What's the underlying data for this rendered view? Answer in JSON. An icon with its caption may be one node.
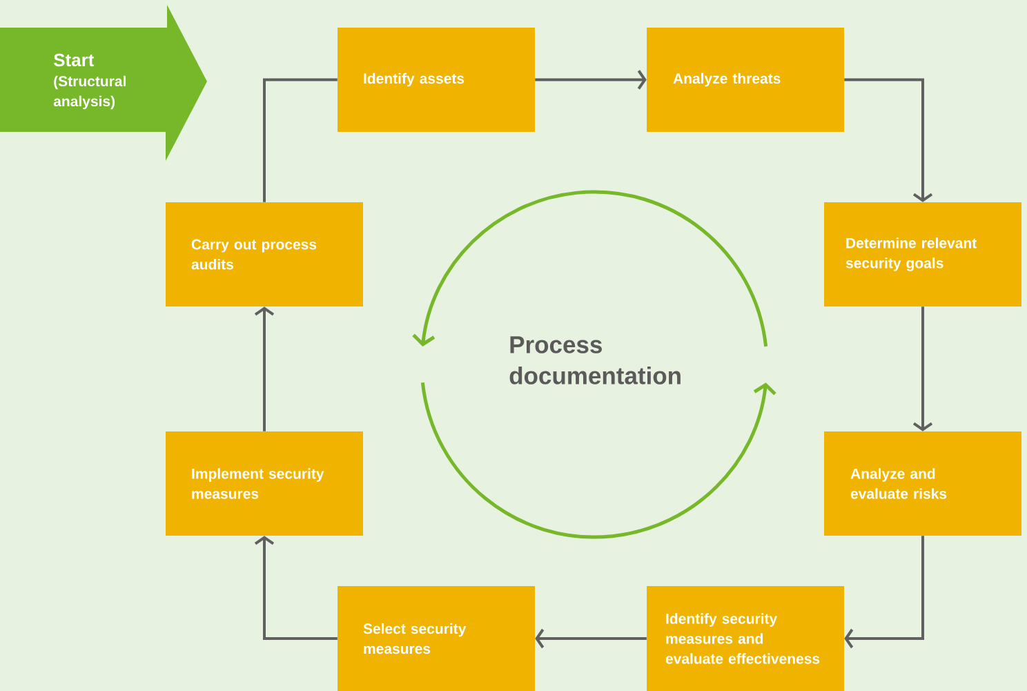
{
  "diagram": {
    "nodes": [
      {
        "text": [
          "Start",
          "(Structural analysis)"
        ]
      },
      {
        "text": [
          "Identify assets"
        ]
      },
      {
        "text": [
          "Analyze threats"
        ]
      },
      {
        "text": [
          "Determine relevant security goals"
        ]
      },
      {
        "text": [
          "Analyze and evaluate risks"
        ]
      },
      {
        "text": [
          "Identify security measures and evaluate effectiveness"
        ]
      },
      {
        "text": [
          "Select security measures"
        ]
      },
      {
        "text": [
          "Implement security measures"
        ]
      },
      {
        "text": [
          "Carry out process audits"
        ]
      },
      {
        "text": [
          "Process documentation"
        ]
      }
    ],
    "edges": [
      {
        "from": 1,
        "to": 2,
        "arrow": "to"
      },
      {
        "from": 2,
        "to": 3,
        "arrow": "to"
      },
      {
        "from": 3,
        "to": 4,
        "arrow": "to"
      },
      {
        "from": 4,
        "to": 5,
        "arrow": "to"
      },
      {
        "from": 5,
        "to": 6,
        "arrow": "to"
      },
      {
        "from": 6,
        "to": 7,
        "arrow": "to"
      },
      {
        "from": 7,
        "to": 8,
        "arrow": "to"
      },
      {
        "from": 8,
        "to": 1,
        "arrow": "none"
      }
    ]
  }
}
